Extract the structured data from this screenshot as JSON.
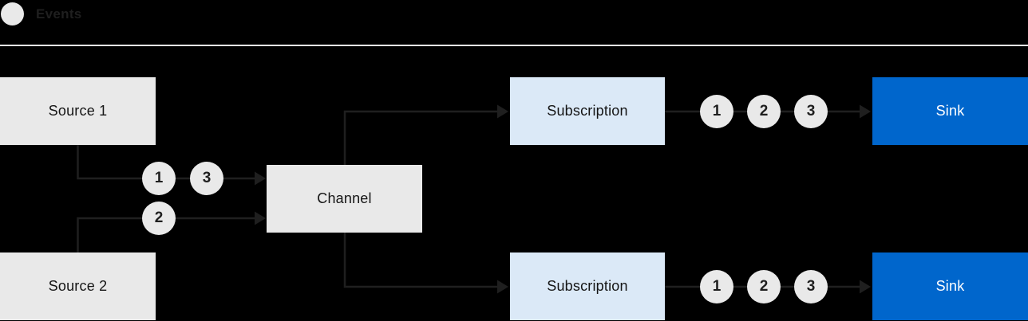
{
  "legend": {
    "label": "Events"
  },
  "nodes": {
    "source1": {
      "label": "Source 1"
    },
    "source2": {
      "label": "Source 2"
    },
    "channel": {
      "label": "Channel"
    },
    "subscription_top": {
      "label": "Subscription"
    },
    "subscription_bottom": {
      "label": "Subscription"
    },
    "sink_top": {
      "label": "Sink"
    },
    "sink_bottom": {
      "label": "Sink"
    }
  },
  "event_markers": {
    "source1_to_channel": [
      "1",
      "3"
    ],
    "source2_to_channel": [
      "2"
    ],
    "subscription_top_to_sink": [
      "1",
      "2",
      "3"
    ],
    "subscription_bottom_to_sink": [
      "1",
      "2",
      "3"
    ]
  },
  "colors": {
    "background": "#000000",
    "node_gray": "#e9e9e9",
    "node_light_blue": "#dbe9f7",
    "node_blue": "#0066cc",
    "connector": "#1f1f1f",
    "divider": "#e7e7e7",
    "text_dark": "#151515",
    "text_light": "#ffffff"
  }
}
